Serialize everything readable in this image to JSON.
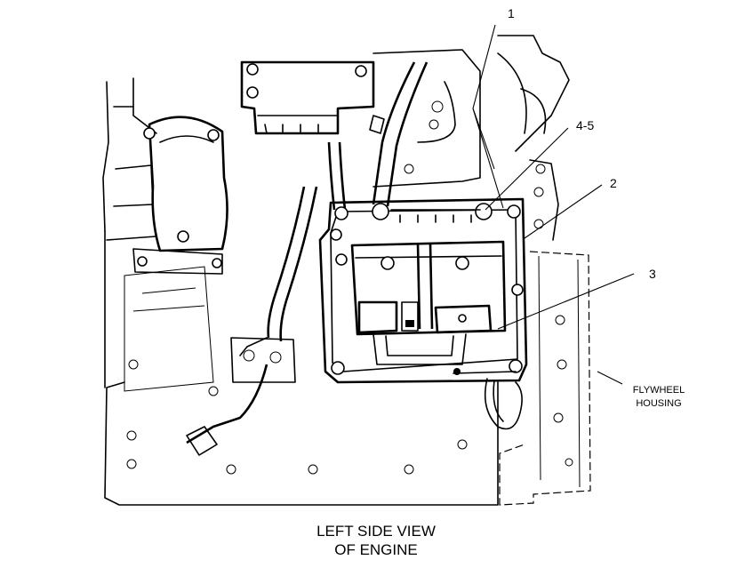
{
  "callouts": {
    "c1": "1",
    "c2": "2",
    "c3": "3",
    "c45": "4-5"
  },
  "housing_label": {
    "line1": "FLYWHEEL",
    "line2": "HOUSING"
  },
  "caption": {
    "line1": "LEFT SIDE VIEW",
    "line2": "OF ENGINE"
  }
}
